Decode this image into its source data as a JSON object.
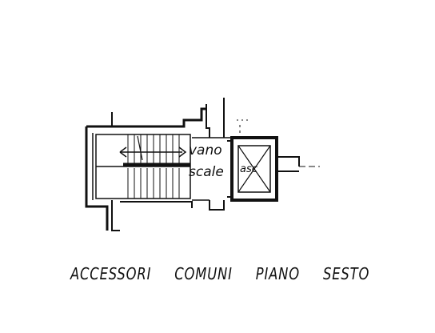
{
  "plan": {
    "labels": {
      "stair_line1": "vano",
      "stair_line2": "scale",
      "lift": "asc"
    }
  },
  "caption": {
    "word1": "ACCESSORI",
    "word2": "COMUNI",
    "word3": "PIANO",
    "word4": "SESTO"
  }
}
